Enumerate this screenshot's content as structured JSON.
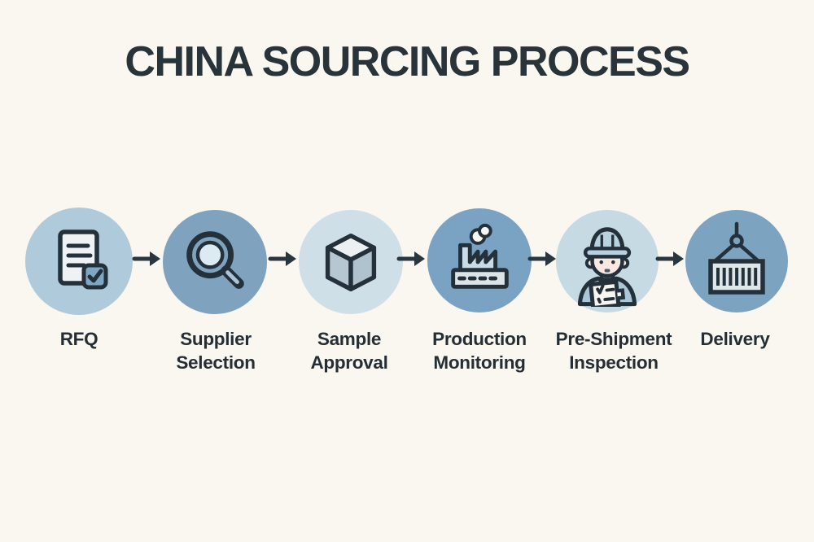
{
  "title": "CHINA SOURCING PROCESS",
  "palette": {
    "background": "#faf7f1",
    "outline": "#25313a",
    "text": "#252e34",
    "arrow": "#2a363d"
  },
  "steps": [
    {
      "label": "RFQ",
      "icon": "document-check-icon",
      "circle_color": "#aecadb"
    },
    {
      "label": "Supplier\nSelection",
      "icon": "magnifier-icon",
      "circle_color": "#7fa3bf"
    },
    {
      "label": "Sample\nApproval",
      "icon": "cube-icon",
      "circle_color": "#cfdfe8"
    },
    {
      "label": "Production\nMonitoring",
      "icon": "factory-icon",
      "circle_color": "#7aa2c2"
    },
    {
      "label": "Pre-Shipment\nInspection",
      "icon": "inspector-icon",
      "circle_color": "#c6dae4"
    },
    {
      "label": "Delivery",
      "icon": "container-crane-icon",
      "circle_color": "#7ca4c1"
    }
  ]
}
